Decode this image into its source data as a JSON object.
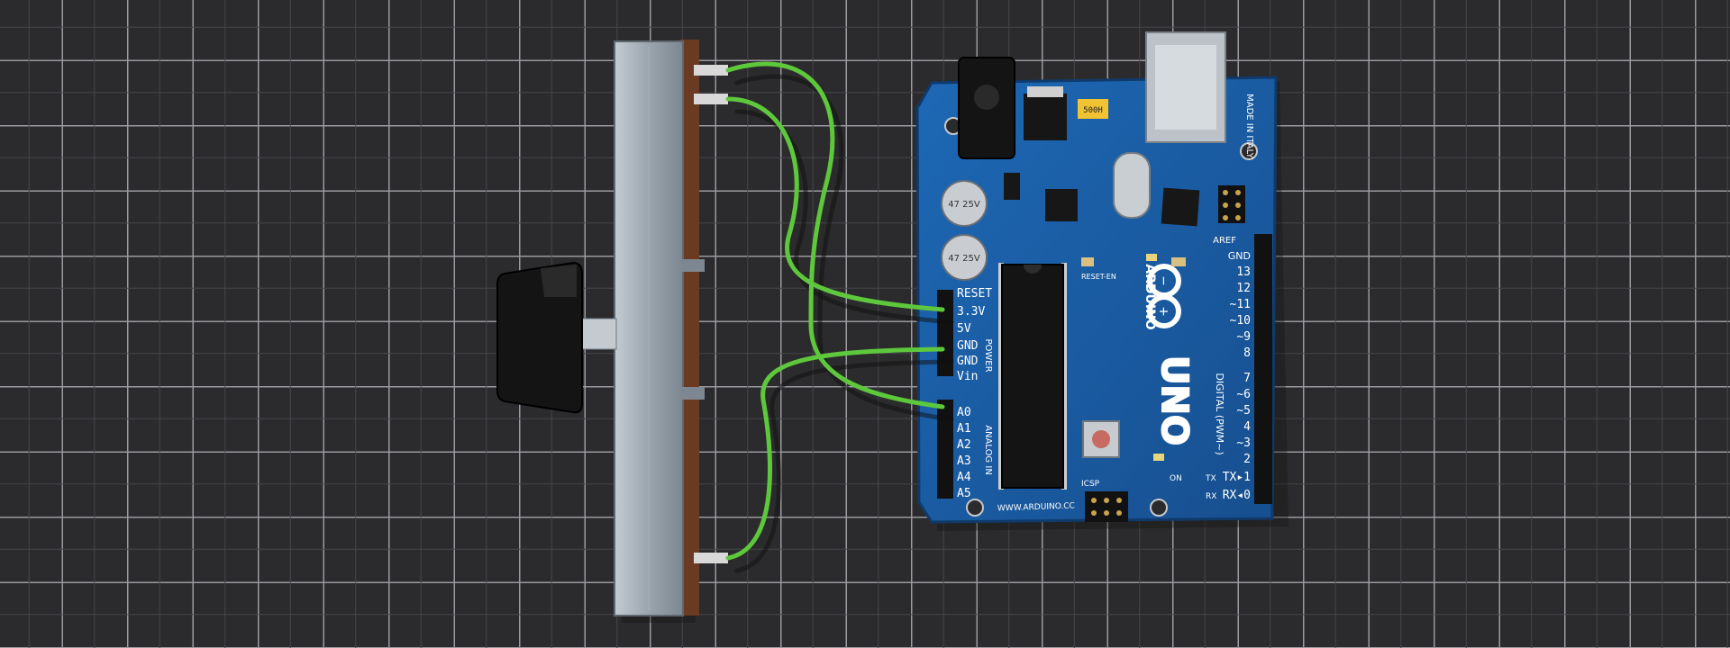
{
  "scene": {
    "description_colors": {
      "mat": "#2b2b2d",
      "grid_line": "#8a8a8e",
      "board": "#1a5fa8",
      "wire": "#5ec83c",
      "slider_body": "#9aa4ad",
      "knob": "#1a1a1a",
      "pcb_strip": "#6b3a22"
    }
  },
  "board": {
    "brand": "ARDUINO",
    "model": "UNO",
    "origin": "MADE IN ITALY",
    "website": "WWW.ARDUINO.CC",
    "labels": {
      "reset": "RESET",
      "reset_en": "RESET-EN",
      "power": "POWER",
      "analog_in": "ANALOG IN",
      "digital": "DIGITAL (PWM~)",
      "aref": "AREF",
      "gnd_digital": "GND",
      "icsp": "ICSP",
      "on": "ON",
      "tx": "TX",
      "rx": "RX",
      "cap_top": "47 25V",
      "cap_bottom": "47 25V",
      "crystal_label": "500H"
    },
    "power_pins": [
      "RESET",
      "3.3V",
      "5V",
      "GND",
      "GND",
      "Vin"
    ],
    "analog_pins": [
      "A0",
      "A1",
      "A2",
      "A3",
      "A4",
      "A5"
    ],
    "digital_pins": [
      "13",
      "12",
      "~11",
      "~10",
      "~9",
      "8",
      "7",
      "~6",
      "~5",
      "4",
      "~3",
      "2",
      "TX▸1",
      "RX◂0"
    ]
  }
}
